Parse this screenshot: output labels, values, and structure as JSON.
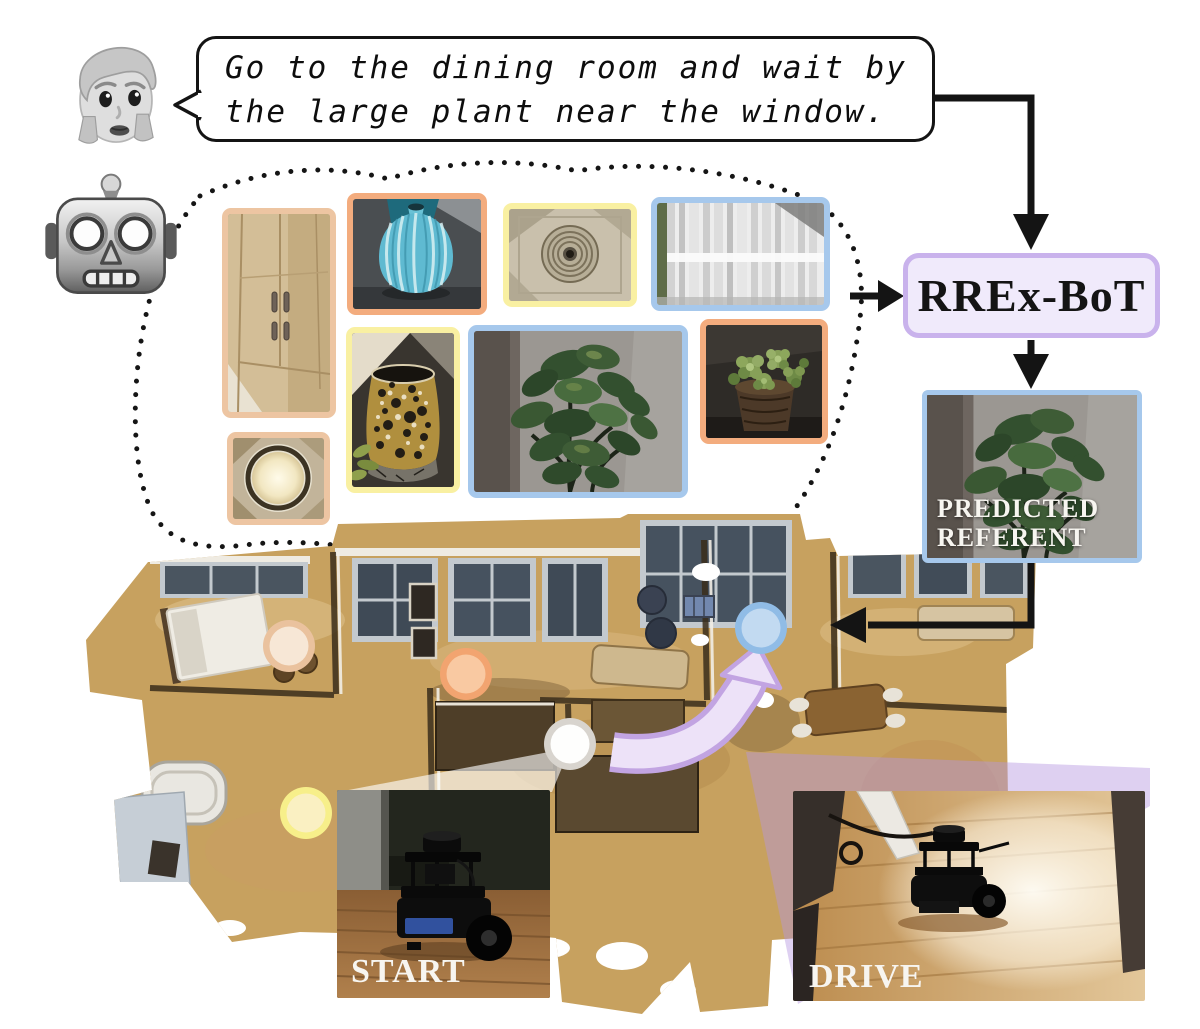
{
  "instruction": {
    "line1": "Go to the dining room and wait by",
    "line2": "the large plant near the window."
  },
  "icons": {
    "speaker": "person-icon",
    "agent": "robot-icon"
  },
  "thought_cloud": {
    "candidates": [
      {
        "name": "cabinet",
        "border_color": "#EDC5A2"
      },
      {
        "name": "blue-vase",
        "border_color": "#F3AC7E"
      },
      {
        "name": "smoke-detector",
        "border_color": "#F9F0A2"
      },
      {
        "name": "window-curtain",
        "border_color": "#A6C8EC"
      },
      {
        "name": "ceiling-light",
        "border_color": "#EDC5A2"
      },
      {
        "name": "speckled-vase",
        "border_color": "#F9F0A2"
      },
      {
        "name": "large-plant",
        "border_color": "#A6C8EC"
      },
      {
        "name": "potted-succulent",
        "border_color": "#F3AC7E"
      }
    ]
  },
  "model": {
    "label": "RREx-BoT",
    "box_fill": "#F0EAFB",
    "box_border": "#C9B2EC"
  },
  "prediction": {
    "line1": "PREDICTED",
    "line2": "REFERENT",
    "border_color": "#A6C8EC"
  },
  "map": {
    "start_label": "START",
    "drive_label": "DRIVE",
    "markers": [
      {
        "name": "peach-marker",
        "fill": "#F7E7D6",
        "ring": "#EAC29E"
      },
      {
        "name": "orange-marker",
        "fill": "#F9C9A2",
        "ring": "#F2A470"
      },
      {
        "name": "yellow-marker",
        "fill": "#FAF0C2",
        "ring": "#F7EF8A"
      },
      {
        "name": "white-marker",
        "fill": "#FEFEFD",
        "ring": "#D8D4CE"
      },
      {
        "name": "blue-marker",
        "fill": "#C2DAF1",
        "ring": "#90BCE6"
      }
    ]
  },
  "colors": {
    "connector": "#141414",
    "path_arrow_fill": "#EDE2F8",
    "path_arrow_stroke": "#C2A4E2",
    "view_cone_purple": "rgba(182,150,224,0.45)",
    "view_cone_white": "rgba(255,255,255,0.62)"
  }
}
